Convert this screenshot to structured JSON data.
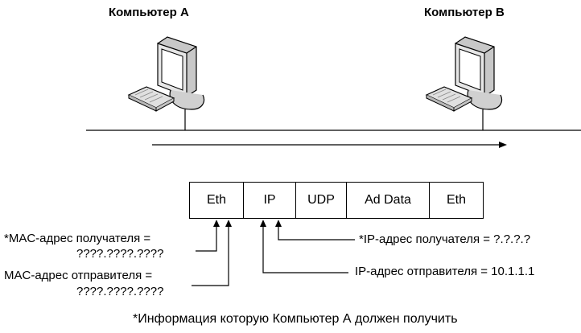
{
  "computers": {
    "a_label": "Компьютер A",
    "b_label": "Компьютер B"
  },
  "packet": {
    "fields": [
      "Eth",
      "IP",
      "UDP",
      "Ad Data",
      "Eth"
    ]
  },
  "annotations": {
    "dest_mac_line1": "*MAC-адрес получателя =",
    "dest_mac_line2": "????.????.????",
    "src_mac_line1": "MAC-адрес отправителя =",
    "src_mac_line2": "????.????.????",
    "dest_ip": "*IP-адрес получателя = ?.?.?.?",
    "src_ip": "IP-адрес отправителя = 10.1.1.1",
    "footnote": "*Информация которую Компьютер А должен получить"
  }
}
